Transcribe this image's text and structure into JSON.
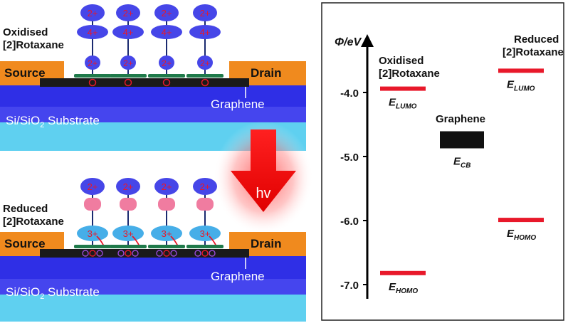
{
  "device_top": {
    "molecule_state": "Oxidised\n[2]Rotaxane",
    "source": "Source",
    "drain": "Drain",
    "graphene": "Graphene",
    "substrate": "Si/SiO",
    "substrate_sub": "2",
    "substrate_tail": " Substrate",
    "charges": [
      "2+",
      "4+",
      "2+"
    ]
  },
  "device_bottom": {
    "molecule_state": "Reduced\n[2]Rotaxane",
    "source": "Source",
    "drain": "Drain",
    "graphene": "Graphene",
    "substrate": "Si/SiO",
    "substrate_sub": "2",
    "substrate_tail": " Substrate",
    "charges": [
      "2+",
      "3+"
    ]
  },
  "arrow": {
    "label": "hv"
  },
  "energy_diagram": {
    "axis_label": "Φ/eV",
    "ticks": [
      {
        "label": "-4.0",
        "value": -4.0
      },
      {
        "label": "-5.0",
        "value": -5.0
      },
      {
        "label": "-6.0",
        "value": -6.0
      },
      {
        "label": "-7.0",
        "value": -7.0
      }
    ],
    "oxidised_label": "Oxidised\n[2]Rotaxane",
    "reduced_label": "Reduced\n[2]Rotaxane",
    "graphene_label": "Graphene",
    "levels": [
      {
        "name": "oxidised-lumo",
        "value": -3.94,
        "label": "E",
        "sub": "LUMO",
        "color": "#e8182a"
      },
      {
        "name": "oxidised-homo",
        "value": -6.82,
        "label": "E",
        "sub": "HOMO",
        "color": "#e8182a"
      },
      {
        "name": "reduced-lumo",
        "value": -3.66,
        "label": "E",
        "sub": "LUMO",
        "color": "#e8182a"
      },
      {
        "name": "reduced-homo",
        "value": -5.99,
        "label": "E",
        "sub": "HOMO",
        "color": "#e8182a"
      },
      {
        "name": "graphene-cb",
        "value": -4.75,
        "label": "E",
        "sub": "CB",
        "color": "#111111"
      }
    ]
  }
}
